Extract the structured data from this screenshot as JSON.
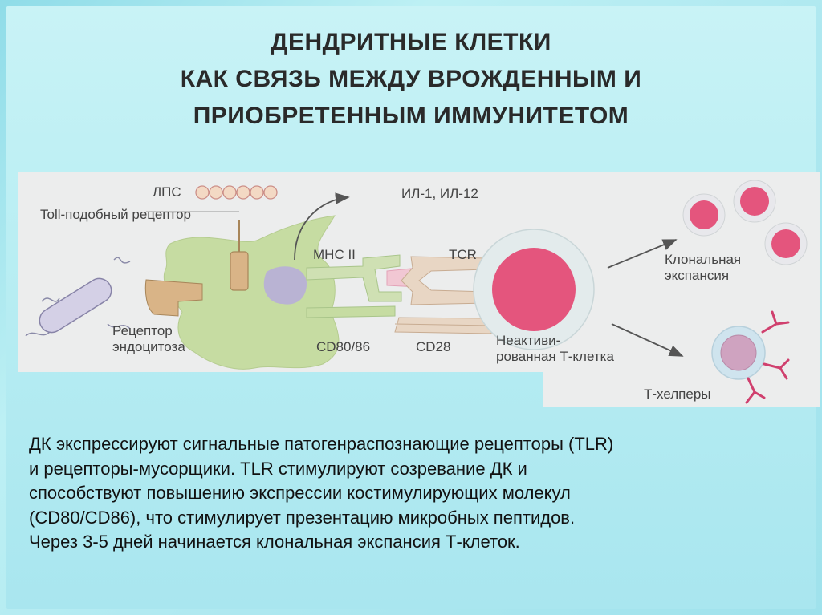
{
  "title": {
    "line1": "ДЕНДРИТНЫЕ КЛЕТКИ",
    "line2": "КАК СВЯЗЬ МЕЖДУ ВРОЖДЕННЫМ И",
    "line3": "ПРИОБРЕТЕННЫМ ИММУНИТЕТОМ"
  },
  "diagram": {
    "labels": {
      "lps": "ЛПС",
      "toll": "Toll-подобный рецептор",
      "il": "ИЛ-1, ИЛ-12",
      "mhc": "МНС II",
      "tcr": "TCR",
      "clonal1": "Клональная",
      "clonal2": "экспансия",
      "endo1": "Рецептор",
      "endo2": "эндоцитоза",
      "cd80": "CD80/86",
      "cd28": "CD28",
      "inactive1": "Неактиви-",
      "inactive2": "рованная Т-клетка",
      "thelpers": "Т-хелперы"
    },
    "colors": {
      "dendritic_cell": "#c6dca2",
      "receptor": "#d9b487",
      "mhc": "#cfe0b3",
      "nucleus": "#b9b3d3",
      "t_cell_nucleus": "#e4557d",
      "t_cell_halo": "#e3ebec",
      "arrow": "#555555"
    }
  },
  "body": {
    "line1": "ДК экспрессируют сигнальные патогенраспознающие рецепторы (TLR)",
    "line2": "и рецепторы-мусорщики. TLR стимулируют созревание ДК и",
    "line3": "способствуют повышению экспрессии костимулирующих молекул",
    "line4": "(CD80/CD86), что стимулирует презентацию микробных пептидов.",
    "line5": "Через 3-5 дней начинается клональная экспансия Т-клеток."
  }
}
